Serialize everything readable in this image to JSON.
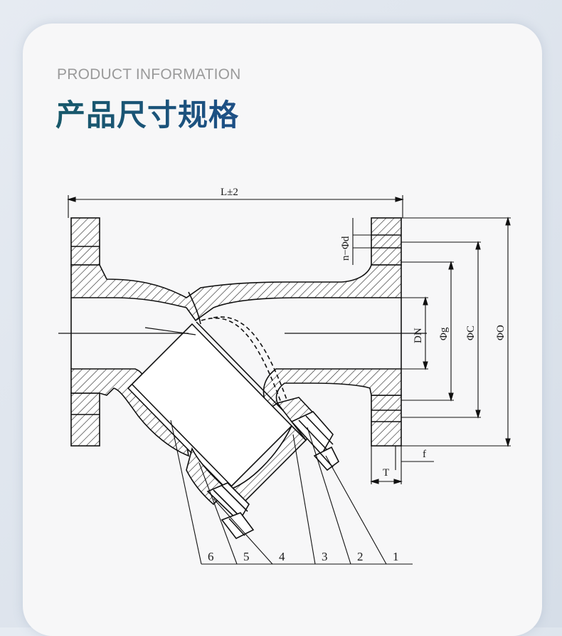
{
  "header": {
    "subtitle": "PRODUCT INFORMATION",
    "title": "产品尺寸规格"
  },
  "diagram": {
    "dimensions": {
      "length": "L±2",
      "bolt_holes": "n−Φd",
      "nominal_diameter": "DN",
      "phi_g": "Φg",
      "phi_c": "ΦC",
      "phi_o": "ΦO",
      "thickness": "T",
      "face": "f"
    },
    "part_numbers": [
      "6",
      "5",
      "4",
      "3",
      "2",
      "1"
    ]
  }
}
